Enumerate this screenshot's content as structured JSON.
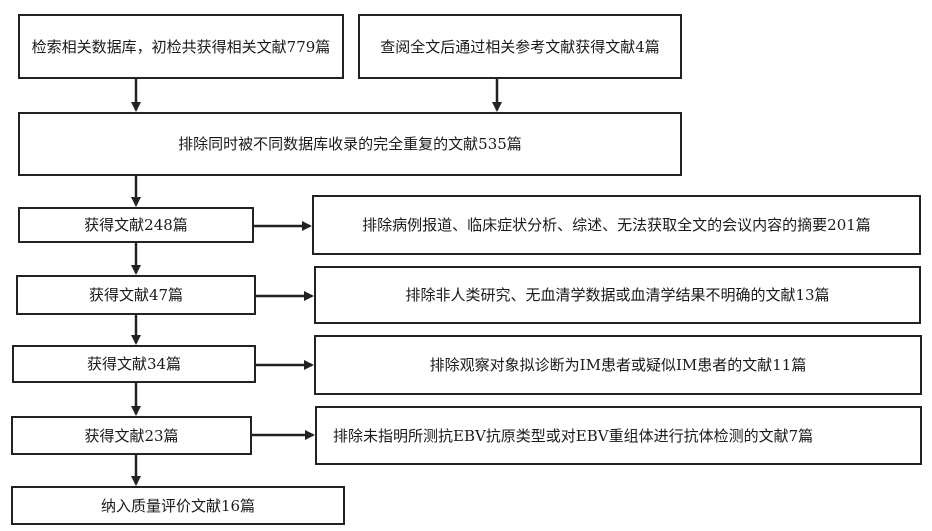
{
  "boxes": {
    "initial_search": "检索相关数据库，初检共获得相关文献779篇",
    "reference_search": "查阅全文后通过相关参考文献获得文献4篇",
    "dedup": "排除同时被不同数据库收录的完全重复的文献535篇",
    "step1": "获得文献248篇",
    "exclude1": "排除病例报道、临床症状分析、综述、无法获取全文的会议内容的摘要201篇",
    "step2": "获得文献47篇",
    "exclude2": "排除非人类研究、无血清学数据或血清学结果不明确的文献13篇",
    "step3": "获得文献34篇",
    "exclude3": "排除观察对象拟诊断为IM患者或疑似IM患者的文献11篇",
    "step4": "获得文献23篇",
    "exclude4": "排除未指明所测抗EBV抗原类型或对EBV重组体进行抗体检测的文献7篇",
    "final": "纳入质量评价文献16篇"
  }
}
